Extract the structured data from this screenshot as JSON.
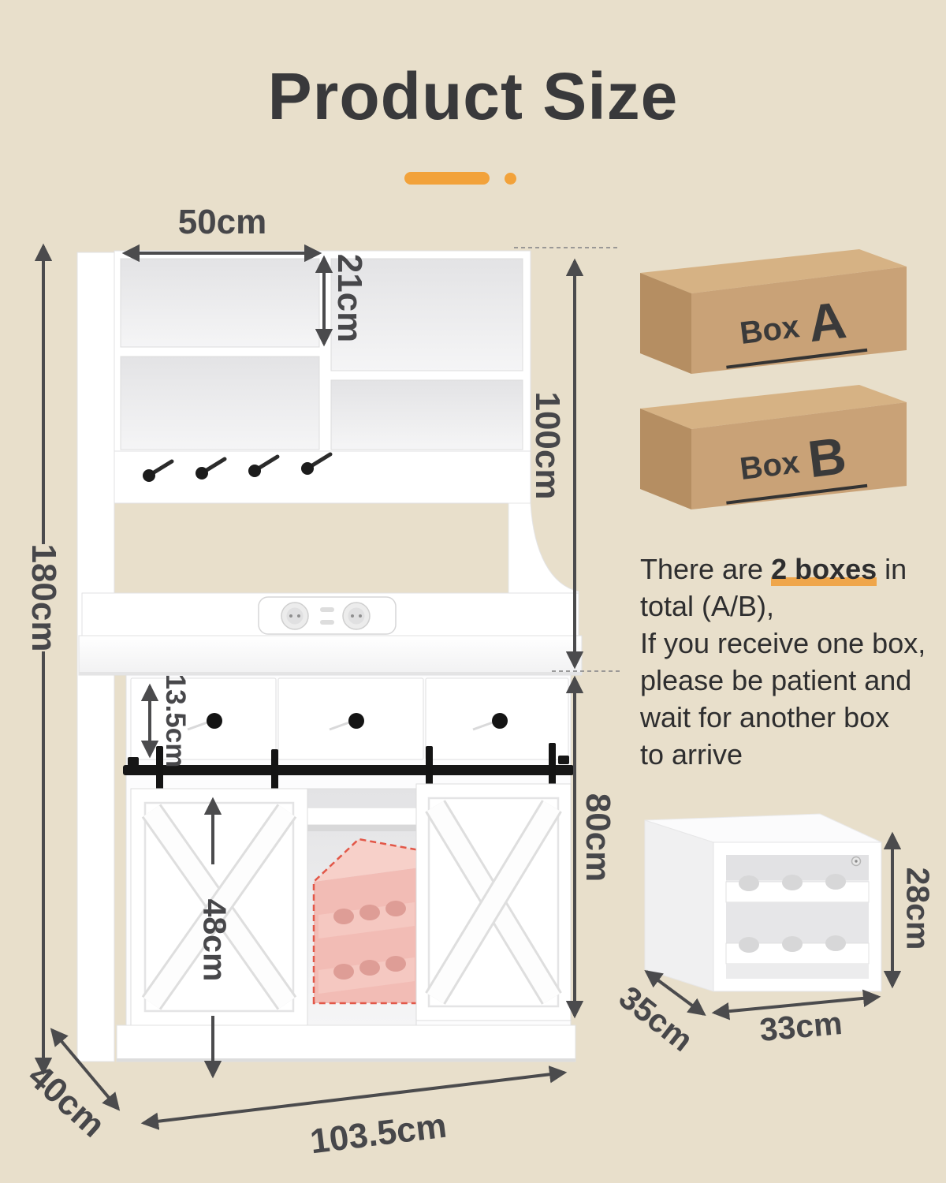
{
  "title": "Product Size",
  "colors": {
    "background": "#e8dfcb",
    "accent_orange": "#f2a23a",
    "dimension_text": "#47474a",
    "box_top": "#d6b284",
    "box_front": "#c9a277",
    "box_side": "#b58e62",
    "rack_pink_front": "#f2bcb5",
    "rack_pink_top": "#f7d0c9",
    "rack_dashed_outline": "#e25748"
  },
  "main_diagram": {
    "product": "kitchen buffet hutch with sliding barn doors",
    "dimensions": {
      "top_shelf_width": "50cm",
      "shelf_height": "21cm",
      "upper_section_height": "100cm",
      "total_height": "180cm",
      "drawer_height": "13.5cm",
      "door_height": "48cm",
      "lower_section_height": "80cm",
      "depth": "40cm",
      "width": "103.5cm"
    }
  },
  "boxes": [
    {
      "label": "Box",
      "letter": "A"
    },
    {
      "label": "Box",
      "letter": "B"
    }
  ],
  "note": {
    "l1_normal": "There are ",
    "l1_bold": "2 boxes",
    "l1_end": " in",
    "l2": "total (A/B),",
    "l3": "If you receive one box,",
    "l4": "please be patient and",
    "l5": "wait for another box",
    "l6": "to arrive"
  },
  "small_cabinet": {
    "product": "wine rack cabinet module",
    "dimensions": {
      "height": "28cm",
      "depth": "35cm",
      "width": "33cm"
    }
  }
}
